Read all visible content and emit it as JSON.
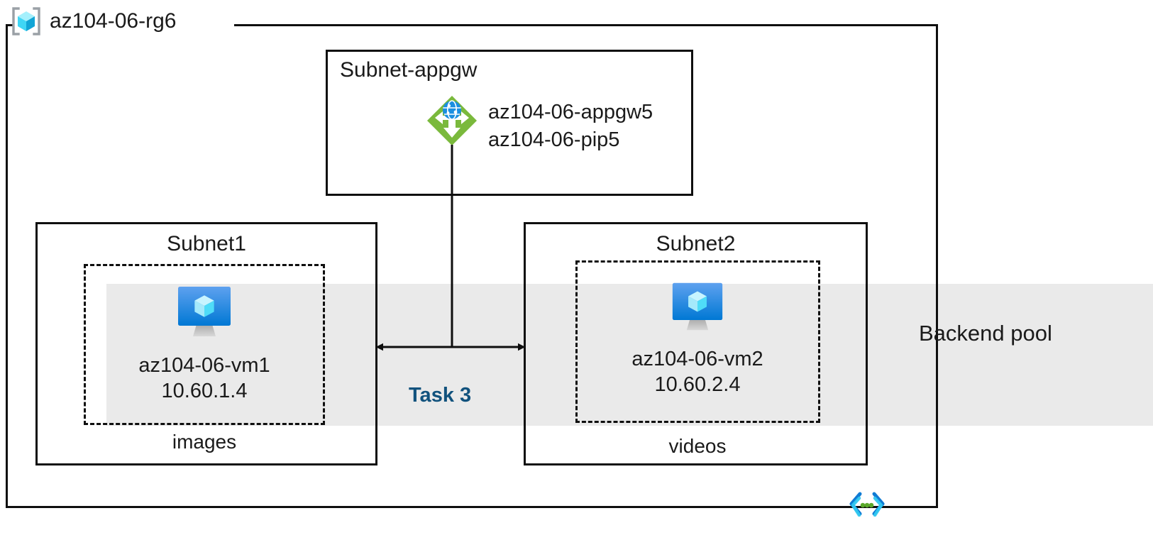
{
  "diagram": {
    "type": "azure-architecture-diagram",
    "title": "az104-06-rg6",
    "resource_group": {
      "name": "az104-06-rg6",
      "icon": "resource-group-cube-icon"
    },
    "backend_pool": {
      "label": "Backend pool",
      "band_color": "#eaeaea"
    },
    "task_label": "Task 3",
    "task_label_color": "#11527d",
    "vnet_icon": "vnet-code-brackets-icon",
    "subnets": [
      {
        "id": "subnet-appgw",
        "title": "Subnet-appgw",
        "resources": [
          {
            "icon": "application-gateway-icon",
            "lines": [
              "az104-06-appgw5",
              "az104-06-pip5"
            ]
          }
        ]
      },
      {
        "id": "subnet1",
        "title": "Subnet1",
        "footer": "images",
        "resources": [
          {
            "icon": "virtual-machine-icon",
            "name": "az104-06-vm1",
            "ip": "10.60.1.4"
          }
        ]
      },
      {
        "id": "subnet2",
        "title": "Subnet2",
        "footer": "videos",
        "resources": [
          {
            "icon": "virtual-machine-icon",
            "name": "az104-06-vm2",
            "ip": "10.60.2.4"
          }
        ]
      }
    ],
    "colors": {
      "border": "#0f0f0f",
      "appgw_green": "#7ab93c",
      "vm_blue_top": "#5ea1ef",
      "vm_blue_bottom": "#0078d4",
      "cube_cyan": "#50e6ff",
      "task_blue": "#11527d",
      "band_gray": "#eaeaea",
      "vnet_blue": "#0f7bd4",
      "vnet_cyan": "#32c8f0",
      "vnet_green": "#5aa82a"
    }
  }
}
